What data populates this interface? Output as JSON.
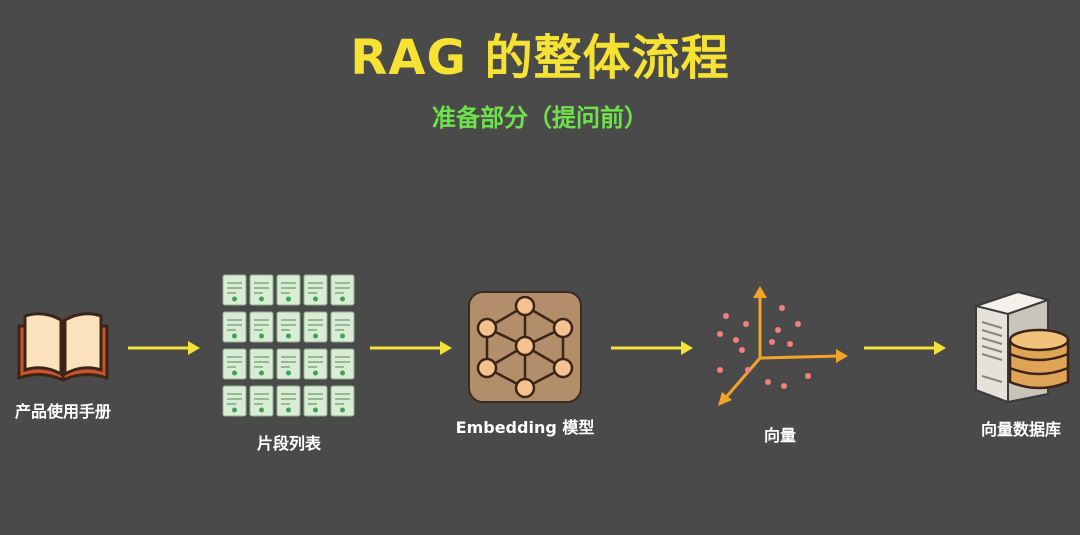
{
  "header": {
    "title": "RAG 的整体流程",
    "subtitle": "准备部分（提问前）"
  },
  "stages": [
    {
      "label": "产品使用手册",
      "icon": "book-icon"
    },
    {
      "label": "片段列表",
      "icon": "chunk-grid-icon"
    },
    {
      "label": "Embedding 模型",
      "icon": "neural-network-icon"
    },
    {
      "label": "向量",
      "icon": "vector-space-icon"
    },
    {
      "label": "向量数据库",
      "icon": "database-server-icon"
    }
  ],
  "colors": {
    "background": "#4a4a4a",
    "title": "#f5e232",
    "subtitle": "#6ee24a",
    "arrow": "#f2e23a",
    "chunk": "#d8ecd6",
    "model_bg": "#b38e6a",
    "node": "#f5c28f",
    "axis": "#f2a42a",
    "dot": "#f08080"
  }
}
